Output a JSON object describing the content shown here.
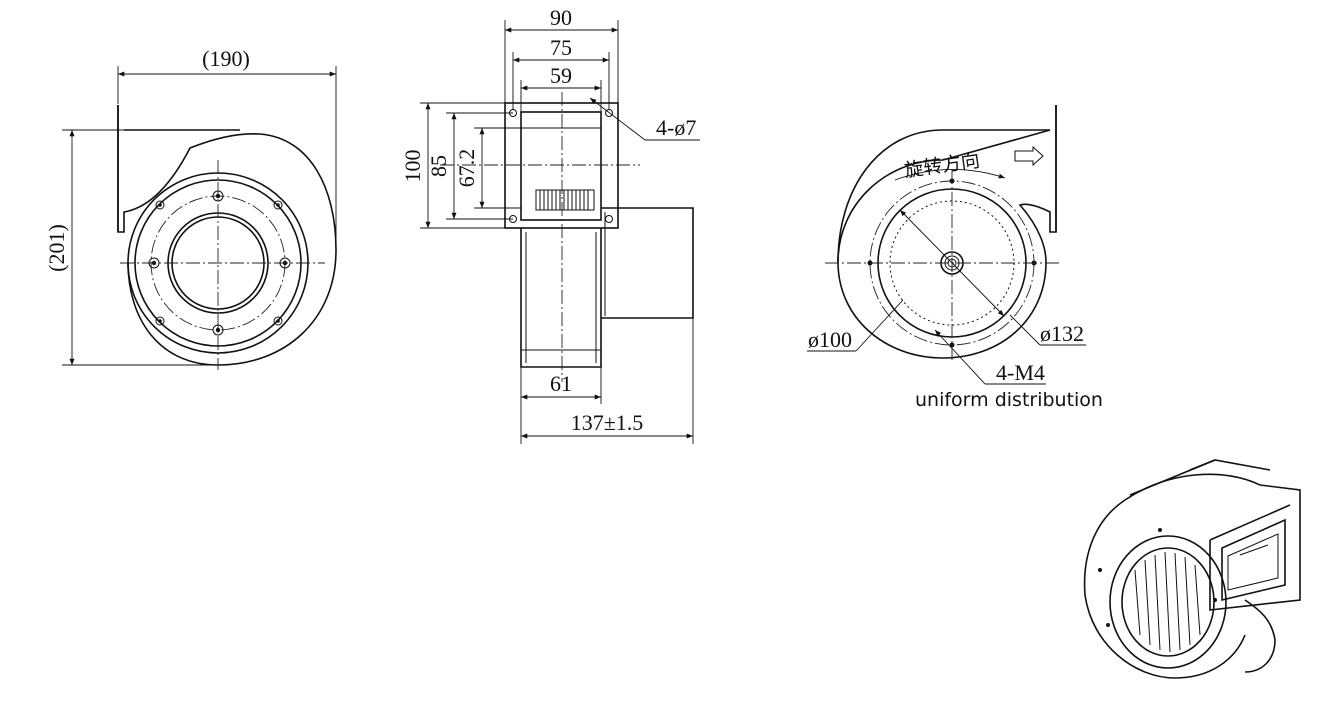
{
  "dimensions": {
    "front_width": "(190)",
    "front_height": "(201)",
    "outlet_90": "90",
    "outlet_75": "75",
    "outlet_59": "59",
    "outlet_holes": "4-ø7",
    "outlet_100": "100",
    "outlet_85": "85",
    "outlet_672": "67.2",
    "side_61": "61",
    "side_137": "137±1.5",
    "inlet_dia": "ø100",
    "flange_dia": "ø132",
    "screws": "4-M4"
  },
  "notes": {
    "rotation_direction": "旋转方向",
    "distribution": "uniform distribution"
  }
}
